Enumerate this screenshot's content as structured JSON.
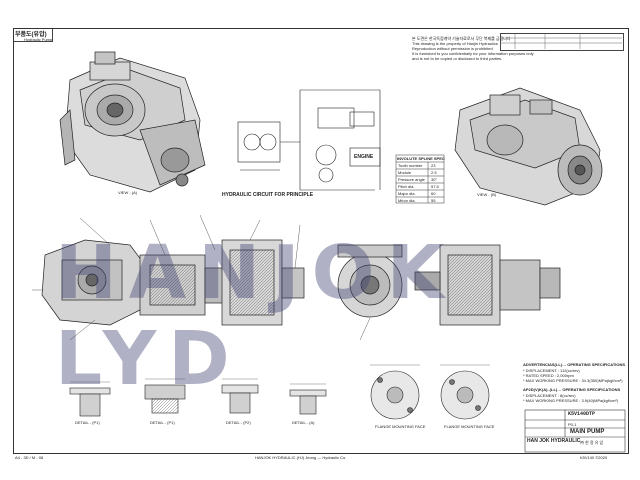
{
  "corner_label": "부품도(유압)",
  "corner_sub": "Hydraulic Pump",
  "top_note_lines": [
    "본 도면은 한국독점계약 기술자료로서 무단 복제를 금합니다",
    "This drawing is the property of Hanjin Hydraulics",
    "Reproduction without permission is prohibited",
    "It is furnished to you confidentially for your information purposes only",
    "and is not to be copied or disclosed to third parties."
  ],
  "iso_view_left": "VIEW - (A)",
  "iso_view_right": "VIEW - (B)",
  "circuit_title": "HYDRAULIC CIRCUIT FOR PRINCIPLE",
  "engine_label": "ENGINE",
  "watermark": "HANJOK LYD",
  "spec_title_1": "ADVERTENCIAS(LL)… OPERATING SPECIFICATIONS",
  "spec_lines_1": [
    "* DISPLACEMENT : 112(cc/rev)",
    "* RATED SPEED : 2,000rpm",
    "* MAX WORKING PRESSURE : 34.3(350)MPa(kgf/cm²)"
  ],
  "spec_title_2": "AP2D(V)K(A)..(LL)… OPERATING SPECIFICATIONS",
  "spec_lines_2": [
    "* DISPLACEMENT : 8(cc/rev)",
    "* MAX WORKING PRESSURE : 3.9(40)MPa(kgf/cm²)"
  ],
  "model_code": "K5V140DTP",
  "part_code": "P0-1",
  "title_block_name": "MAIN PUMP",
  "company": "HAN JOK HYDRAULIC",
  "company_kr": "㈜ 한 정 유 압",
  "detail_labels": [
    "DETAIL - (P1)",
    "DETAIL - (P1)",
    "DETAIL - (P2)",
    "DETAIL - (A)",
    "FLANGE MOUNTING FACE",
    "FLANGE MOUNTING FACE"
  ],
  "footer_left": "A4 - 3D / M - 08",
  "footer_center": "HANJOK HYDRAULIC (HJ) Jeong — Hydraulic Co.",
  "footer_right": "K5V140 ©2020",
  "spline_title": "INVOLUTE SPLINE SPEC",
  "spline_rows": [
    [
      "Tooth number",
      "23"
    ],
    [
      "Module",
      "2.5"
    ],
    [
      "Pressure angle",
      "30°"
    ],
    [
      "Pitch dia.",
      "57.5"
    ],
    [
      "Major dia.",
      "60"
    ],
    [
      "Minor dia.",
      "55"
    ]
  ]
}
